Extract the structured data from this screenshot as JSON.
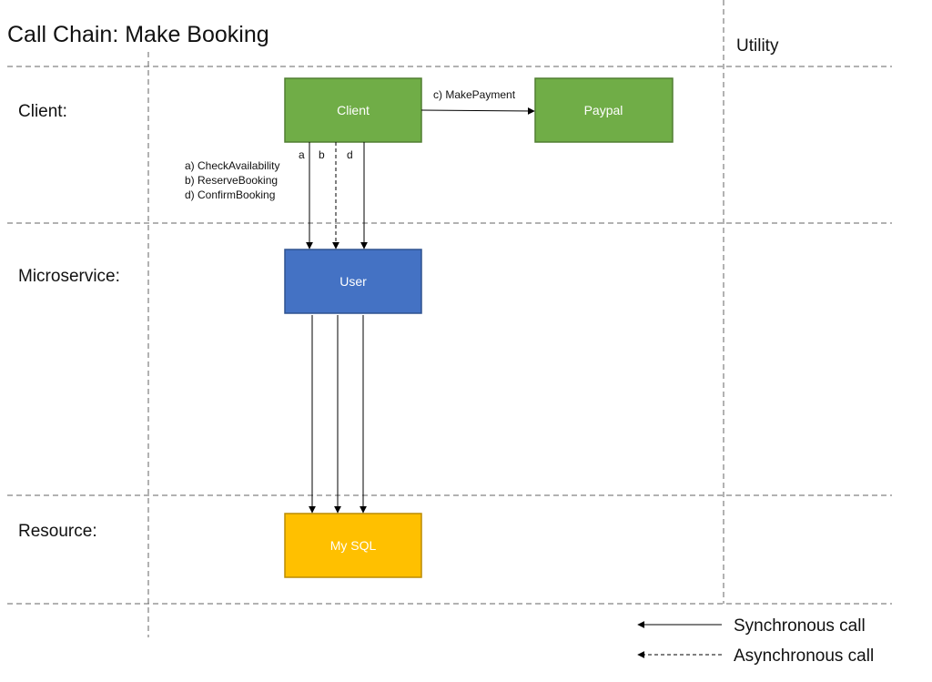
{
  "title": "Call Chain: Make Booking",
  "columns": {
    "utility": "Utility"
  },
  "lanes": {
    "client": "Client:",
    "microservice": "Microservice:",
    "resource": "Resource:"
  },
  "nodes": {
    "client": {
      "label": "Client",
      "color": "#70ad47",
      "border": "#507e32"
    },
    "paypal": {
      "label": "Paypal",
      "color": "#70ad47",
      "border": "#507e32"
    },
    "user": {
      "label": "User",
      "color": "#4472c4",
      "border": "#2f528f"
    },
    "mysql": {
      "label": "My SQL",
      "color": "#ffc000",
      "border": "#bc8c00"
    }
  },
  "calls": {
    "make_payment": "c) MakePayment",
    "check_availability": "a) CheckAvailability",
    "reserve_booking": "b) ReserveBooking",
    "confirm_booking": "d) ConfirmBooking",
    "tag_a": "a",
    "tag_b": "b",
    "tag_d": "d"
  },
  "legend": {
    "synchronous": "Synchronous call",
    "asynchronous": "Asynchronous call"
  }
}
